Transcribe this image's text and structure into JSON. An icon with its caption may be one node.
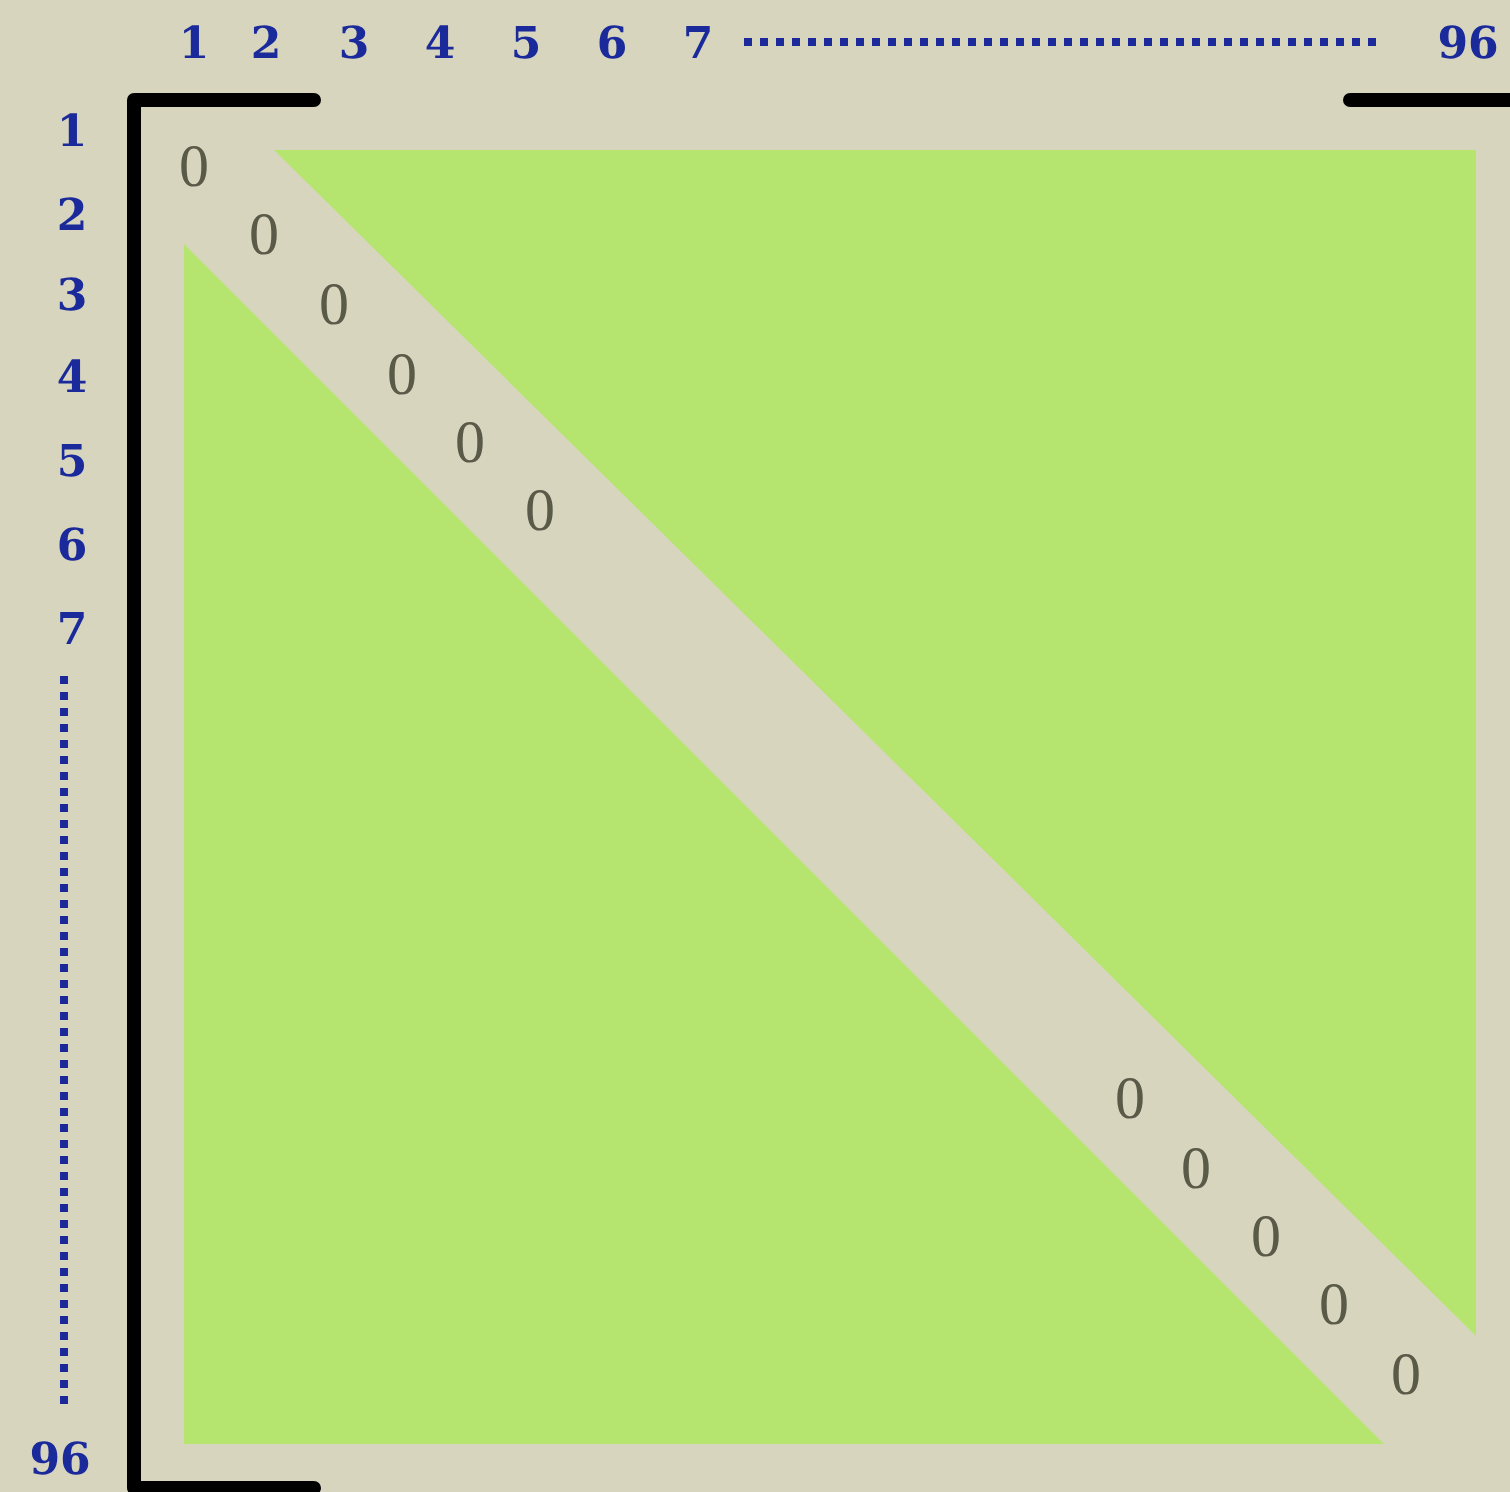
{
  "diagram": {
    "labels": [
      "1",
      "2",
      "3",
      "4",
      "5",
      "6",
      "7",
      "96",
      "1",
      "2",
      "3",
      "4",
      "5",
      "6",
      "7",
      "96",
      "0",
      "0",
      "0",
      "0",
      "0",
      "0",
      "0",
      "0",
      "0",
      "0",
      "0"
    ]
  }
}
